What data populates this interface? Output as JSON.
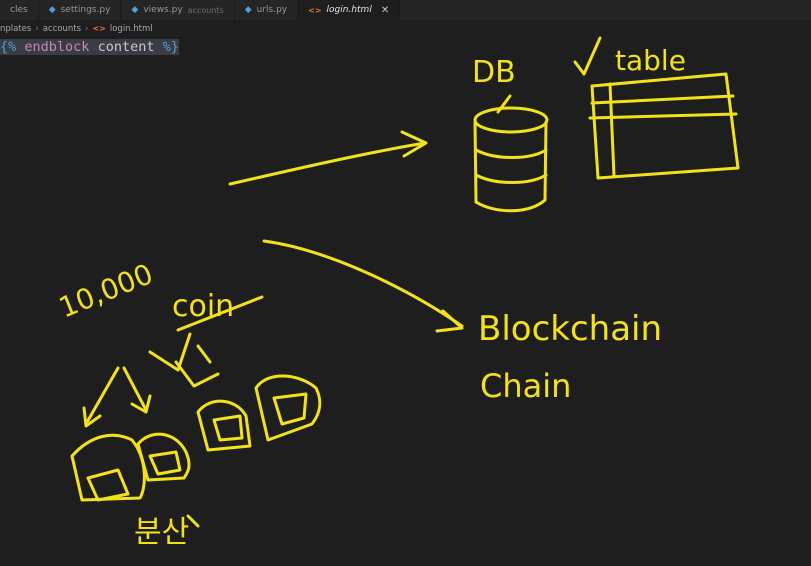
{
  "tabs": [
    {
      "label": "cles"
    },
    {
      "label": "settings.py"
    },
    {
      "label": "views.py",
      "sub": "accounts"
    },
    {
      "label": "urls.py"
    },
    {
      "label": "login.html",
      "active": true
    }
  ],
  "breadcrumb": [
    "nplates",
    "accounts",
    "login.html"
  ],
  "code": {
    "open": "{%",
    "keyword": "endblock",
    "name": "content",
    "close": "%}"
  },
  "annotations": {
    "db": "DB",
    "table": "table",
    "blockchain": "Blockchain",
    "chain": "Chain",
    "number": "10,000",
    "coin": "coin",
    "korean": "분산"
  },
  "colors": {
    "ink": "#f2e11b",
    "background": "#1e1e1e"
  }
}
